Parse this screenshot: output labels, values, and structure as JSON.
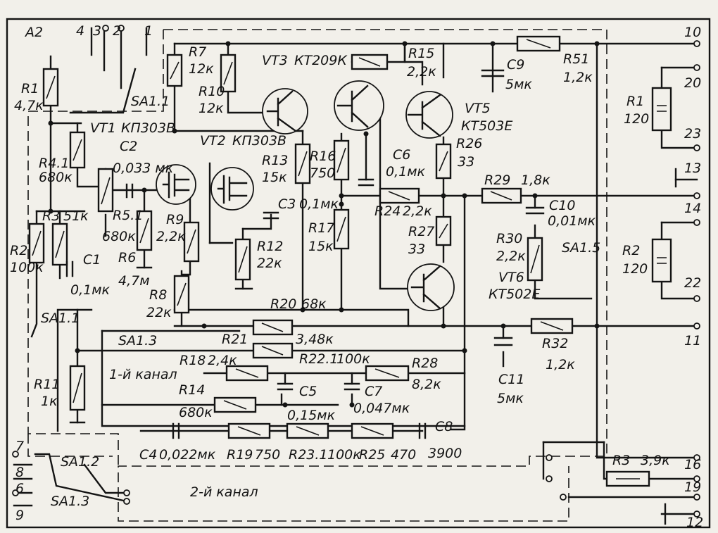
{
  "board": "A2",
  "terminals": [
    "1",
    "2",
    "3",
    "4",
    "10",
    "20",
    "23",
    "13",
    "14",
    "22",
    "11",
    "16",
    "19",
    "12",
    "7",
    "8",
    "6",
    "9"
  ],
  "resistors": [
    {
      "ref": "R1",
      "value": "4,7к"
    },
    {
      "ref": "R2",
      "value": "100к"
    },
    {
      "ref": "R3",
      "value": "51к"
    },
    {
      "ref": "R4.1",
      "value": "680к"
    },
    {
      "ref": "R5.1",
      "value": "680к"
    },
    {
      "ref": "R6",
      "value": "4,7м"
    },
    {
      "ref": "R7",
      "value": "12к"
    },
    {
      "ref": "R8",
      "value": "22к"
    },
    {
      "ref": "R9",
      "value": "2,2к"
    },
    {
      "ref": "R10",
      "value": "12к"
    },
    {
      "ref": "R11",
      "value": "1к"
    },
    {
      "ref": "R12",
      "value": "22к"
    },
    {
      "ref": "R13",
      "value": "15к"
    },
    {
      "ref": "R14",
      "value": "680к"
    },
    {
      "ref": "R15",
      "value": "2,2к"
    },
    {
      "ref": "R16",
      "value": "750"
    },
    {
      "ref": "R17",
      "value": "15к"
    },
    {
      "ref": "R18",
      "value": "2,4к"
    },
    {
      "ref": "R19",
      "value": "750"
    },
    {
      "ref": "R20",
      "value": "68к"
    },
    {
      "ref": "R21",
      "value": "3,48к"
    },
    {
      "ref": "R22.1",
      "value": "100к"
    },
    {
      "ref": "R23.1",
      "value": "100к"
    },
    {
      "ref": "R24",
      "value": "2,2к"
    },
    {
      "ref": "R25",
      "value": "470"
    },
    {
      "ref": "R26",
      "value": "33"
    },
    {
      "ref": "R27",
      "value": "33"
    },
    {
      "ref": "R28",
      "value": "8,2к"
    },
    {
      "ref": "R29",
      "value": "1,8к"
    },
    {
      "ref": "R30",
      "value": "2,2к"
    },
    {
      "ref": "R32",
      "value": "1,2к"
    },
    {
      "ref": "R51",
      "value": "1,2к"
    },
    {
      "ref": "R1",
      "value": "120"
    },
    {
      "ref": "R2",
      "value": "120"
    },
    {
      "ref": "R3",
      "value": "3,9к"
    }
  ],
  "capacitors": [
    {
      "ref": "C1",
      "value": "0,1мк"
    },
    {
      "ref": "C2",
      "value": "0,033 мк"
    },
    {
      "ref": "C3",
      "value": "0,1мк"
    },
    {
      "ref": "C4",
      "value": "0,022мк"
    },
    {
      "ref": "C5",
      "value": "0,15мк"
    },
    {
      "ref": "C6",
      "value": "0,1мк"
    },
    {
      "ref": "C7",
      "value": "0,047мк"
    },
    {
      "ref": "C8",
      "value": "3900"
    },
    {
      "ref": "C9",
      "value": "5мк"
    },
    {
      "ref": "C10",
      "value": "0,01мк"
    },
    {
      "ref": "C11",
      "value": "5мк"
    }
  ],
  "transistors": [
    {
      "ref": "VT1",
      "part": "КП303В"
    },
    {
      "ref": "VT2",
      "part": "КП303В"
    },
    {
      "ref": "VT3",
      "part": "КТ209К"
    },
    {
      "ref": "VT5",
      "part": "КТ503Е"
    },
    {
      "ref": "VT6",
      "part": "КТ502Е"
    }
  ],
  "switches": [
    "SA1.1",
    "SA1.1",
    "SA1.3",
    "SA1.2",
    "SA1.3",
    "SA1.5"
  ],
  "channels": {
    "first": "1-й канал",
    "second": "2-й канал"
  }
}
